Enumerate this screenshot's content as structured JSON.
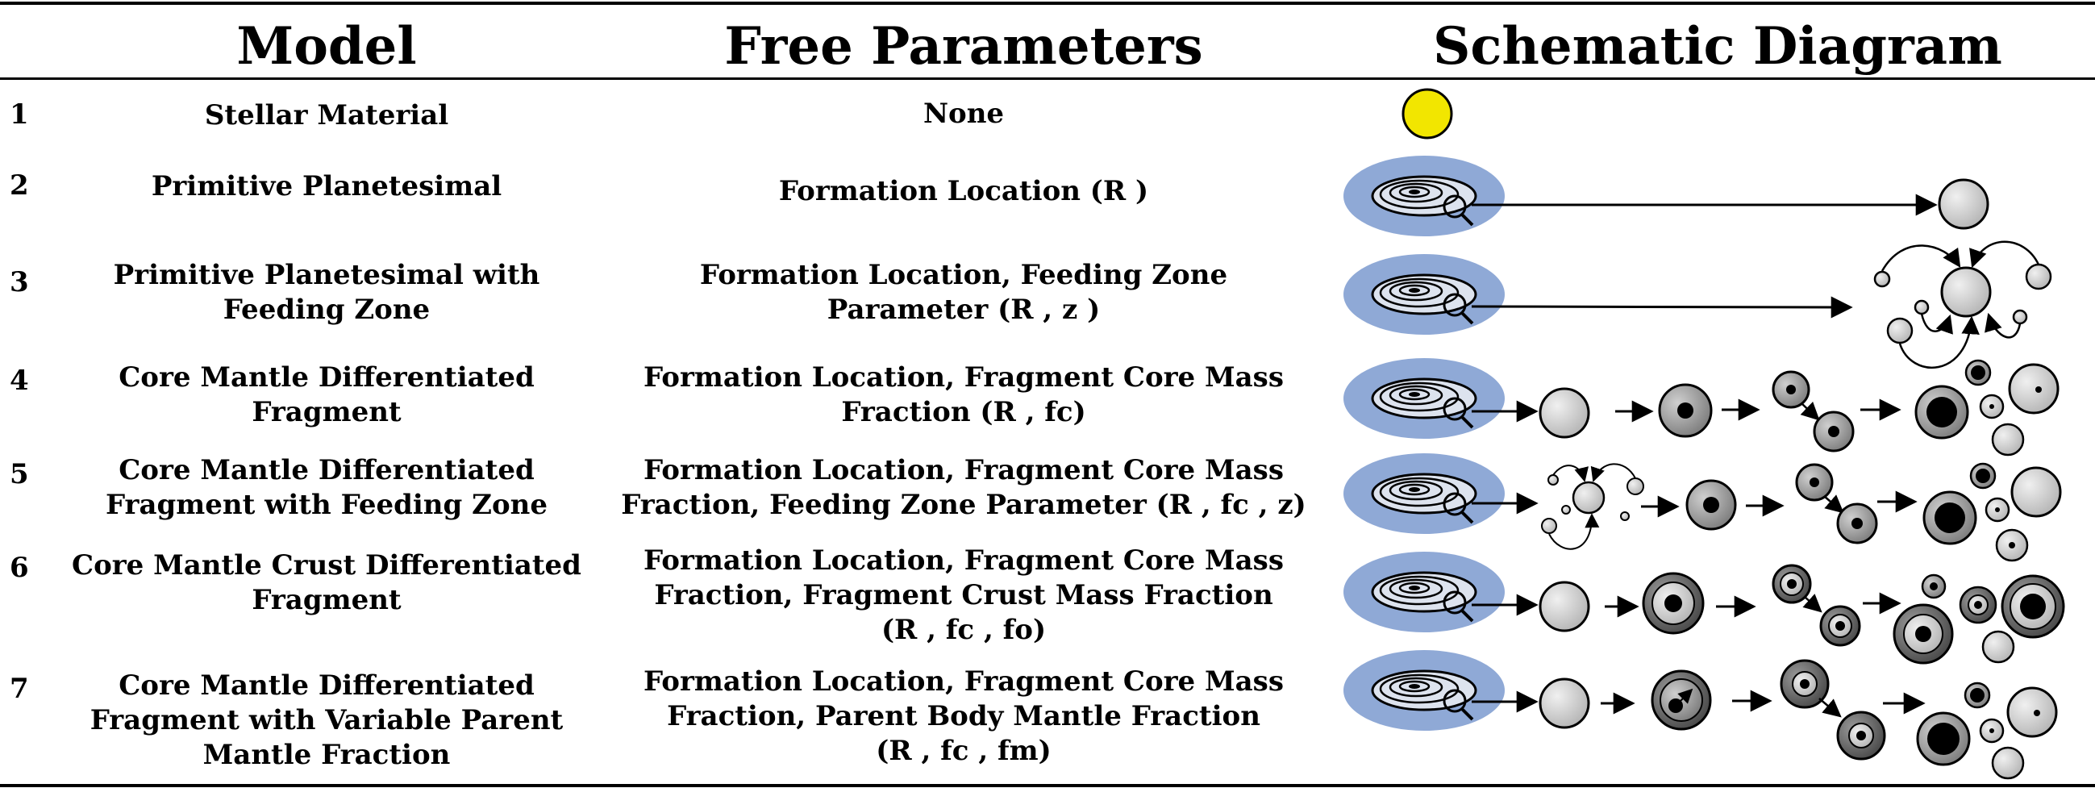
{
  "headers": {
    "model": "Model",
    "params": "Free Parameters",
    "diagram": "Schematic Diagram"
  },
  "rows": [
    {
      "num": "1",
      "model": [
        "Stellar Material"
      ],
      "params": [
        "None"
      ]
    },
    {
      "num": "2",
      "model": [
        "Primitive Planetesimal"
      ],
      "params": [
        "Formation Location (R )"
      ]
    },
    {
      "num": "3",
      "model": [
        "Primitive Planetesimal with",
        "Feeding Zone"
      ],
      "params": [
        "Formation Location, Feeding Zone",
        "Parameter (R , z )"
      ]
    },
    {
      "num": "4",
      "model": [
        "Core Mantle Differentiated",
        "Fragment"
      ],
      "params": [
        "Formation Location, Fragment Core Mass",
        "Fraction (R , fc)"
      ]
    },
    {
      "num": "5",
      "model": [
        "Core Mantle Differentiated",
        "Fragment with Feeding Zone"
      ],
      "params": [
        "Formation Location, Fragment Core Mass",
        "Fraction, Feeding Zone Parameter (R , fc , z)"
      ]
    },
    {
      "num": "6",
      "model": [
        "Core Mantle Crust Differentiated",
        "Fragment"
      ],
      "params": [
        "Formation Location, Fragment Core Mass",
        "Fraction, Fragment Crust Mass Fraction",
        "(R , fc , fo)"
      ]
    },
    {
      "num": "7",
      "model": [
        "Core Mantle Differentiated",
        "Fragment with Variable Parent",
        "Mantle Fraction"
      ],
      "params": [
        "Formation Location, Fragment Core Mass",
        "Fraction, Parent Body Mantle Fraction",
        "(R , fc , fm)"
      ]
    }
  ],
  "colors": {
    "star": "#f2e600",
    "disk": "#8fa9d6",
    "mantle_light": "#d7d7d7",
    "mantle_mid": "#a8a8a8",
    "mantle_dark": "#6c6c6c",
    "core": "#000000"
  }
}
